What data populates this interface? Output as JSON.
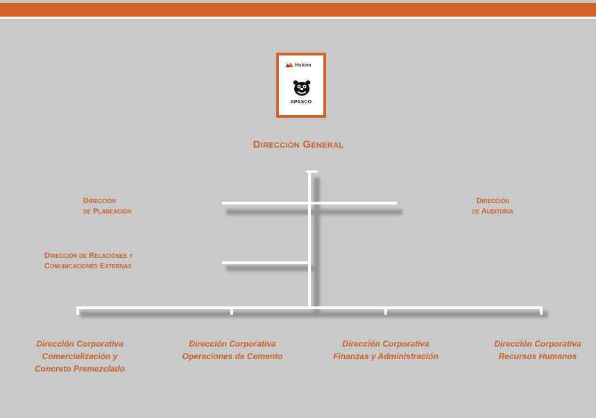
{
  "logo": {
    "brand_top": "Holcim",
    "brand_bottom": "APASCO",
    "mark_icon": "holcim-mark-icon",
    "emblem_icon": "bulldog-icon"
  },
  "colors": {
    "accent": "#d4622a",
    "text": "#c85f2a",
    "background": "#c9c9c9",
    "connector": "#ffffff"
  },
  "org_chart": {
    "root": "Dirección General",
    "staff_left_1": {
      "line1": "Dirección",
      "line2": "de Planeación"
    },
    "staff_right_1": {
      "line1": "Dirección",
      "line2": "de Auditoría"
    },
    "staff_left_2": {
      "line1": "Dirección de Relaciones y",
      "line2": "Comunicaciones Externas"
    },
    "departments": [
      {
        "line1": "Dirección Corporativa",
        "line2": "Comercialización y",
        "line3": "Concreto Premezclado"
      },
      {
        "line1": "Dirección Corporativa",
        "line2": "Operaciones de Cemento"
      },
      {
        "line1": "Dirección Corporativa",
        "line2": "Finanzas y Administración"
      },
      {
        "line1": "Dirección Corporativa",
        "line2": "Recursos Humanos"
      }
    ]
  }
}
